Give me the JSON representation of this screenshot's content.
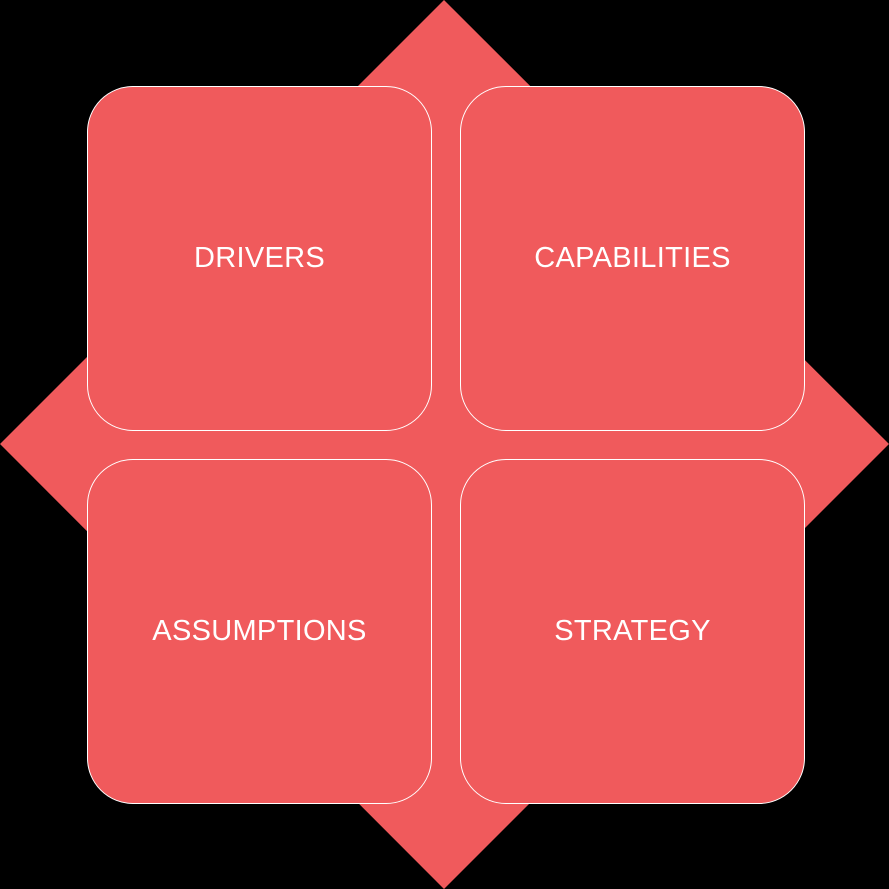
{
  "diagram": {
    "type": "2x2 quadrant matrix over diamond",
    "colors": {
      "fill": "#f05a5c",
      "border": "#ffffff",
      "text": "#ffffff",
      "background": "#000000"
    },
    "quadrants": [
      {
        "label": "DRIVERS",
        "position": "top-left"
      },
      {
        "label": "CAPABILITIES",
        "position": "top-right"
      },
      {
        "label": "ASSUMPTIONS",
        "position": "bottom-left"
      },
      {
        "label": "STRATEGY",
        "position": "bottom-right"
      }
    ]
  }
}
